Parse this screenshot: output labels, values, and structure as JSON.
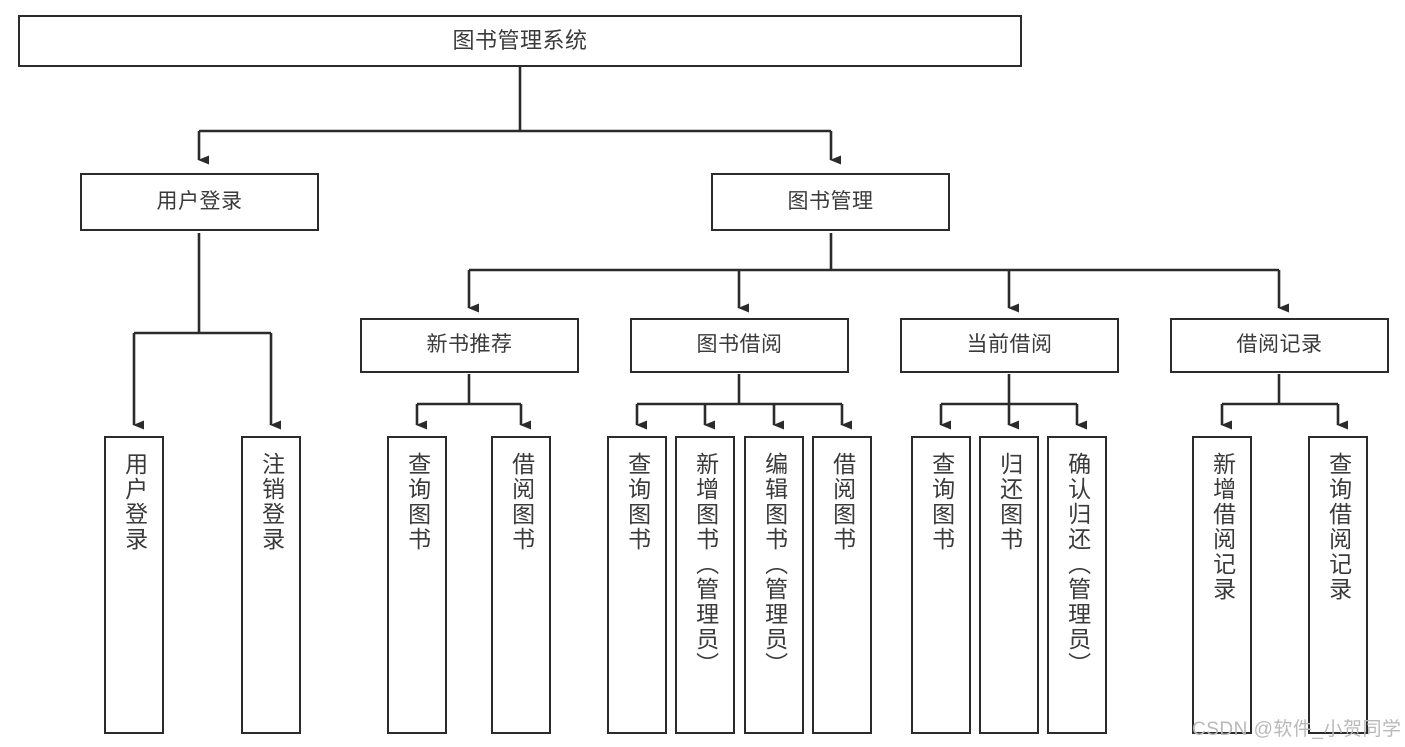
{
  "diagram": {
    "title": "图书管理系统",
    "type": "tree-hierarchy",
    "orientation": "top-down",
    "colors": {
      "node_border": "#2b2b2b",
      "node_fill": "#ffffff",
      "text": "#3a3a3a",
      "edge": "#2b2b2b",
      "watermark": "#b9b9b9",
      "background": "#ffffff"
    },
    "nodes": {
      "root": {
        "label": "图书管理系统"
      },
      "level2": [
        {
          "id": "user-login",
          "label": "用户登录"
        },
        {
          "id": "book-management",
          "label": "图书管理"
        }
      ],
      "level3": [
        {
          "id": "new-book-recommend",
          "label": "新书推荐"
        },
        {
          "id": "book-borrow",
          "label": "图书借阅"
        },
        {
          "id": "current-borrow",
          "label": "当前借阅"
        },
        {
          "id": "borrow-record",
          "label": "借阅记录"
        }
      ],
      "leaves": {
        "user_login": [
          {
            "id": "leaf-user-login",
            "label": "用户登录"
          },
          {
            "id": "leaf-logout-login",
            "label": "注销登录"
          }
        ],
        "new_book_recommend": [
          {
            "id": "leaf-query-book-1",
            "label": "查询图书"
          },
          {
            "id": "leaf-borrow-book-1",
            "label": "借阅图书"
          }
        ],
        "book_borrow": [
          {
            "id": "leaf-query-book-2",
            "label": "查询图书"
          },
          {
            "id": "leaf-add-book",
            "label": "新增图书（管理员）"
          },
          {
            "id": "leaf-edit-book",
            "label": "编辑图书（管理员）"
          },
          {
            "id": "leaf-borrow-book-2",
            "label": "借阅图书"
          }
        ],
        "current_borrow": [
          {
            "id": "leaf-query-book-3",
            "label": "查询图书"
          },
          {
            "id": "leaf-return-book",
            "label": "归还图书"
          },
          {
            "id": "leaf-confirm-return",
            "label": "确认归还（管理员）"
          }
        ],
        "borrow_record": [
          {
            "id": "leaf-add-borrow-record",
            "label": "新增借阅记录"
          },
          {
            "id": "leaf-query-borrow-record",
            "label": "查询借阅记录"
          }
        ]
      }
    },
    "watermark": "CSDN @软件_小贺同学"
  }
}
